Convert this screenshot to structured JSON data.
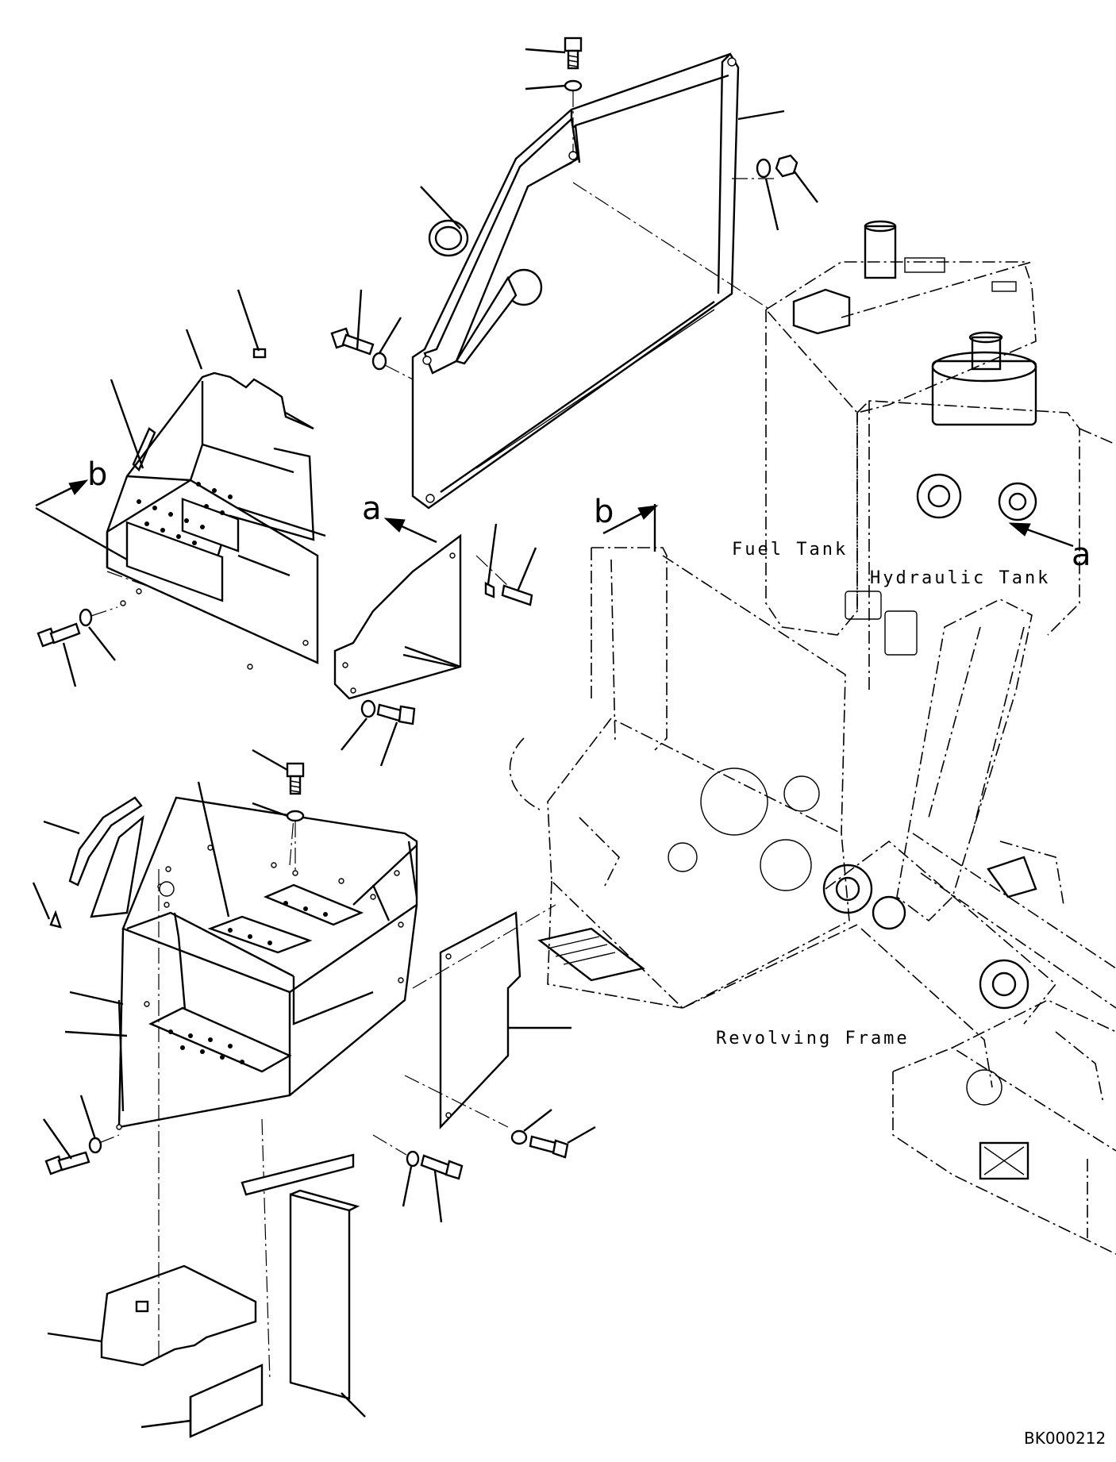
{
  "labels": {
    "fuel_tank": "Fuel Tank",
    "hydraulic_tank": "Hydraulic Tank",
    "revolving_frame": "Revolving Frame",
    "view_a_left": "a",
    "view_a_right": "a",
    "view_b_left": "b",
    "view_b_right": "b"
  },
  "drawing_code": "BK000212"
}
